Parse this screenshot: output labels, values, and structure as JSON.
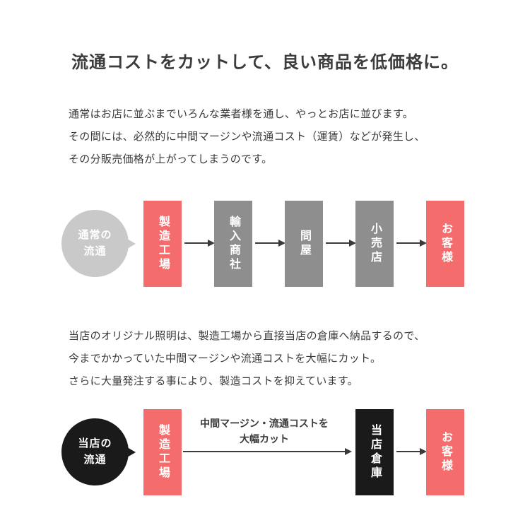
{
  "title": "流通コストをカットして、良い商品を低価格に。",
  "intro": {
    "line1": "通常はお店に並ぶまでいろんな業者様を通し、やっとお店に並びます。",
    "line2": "その間には、必然的に中間マージンや流通コスト（運賃）などが発生し、",
    "line3": "その分販売価格が上がってしまうのです。"
  },
  "normal_flow": {
    "bubble_line1": "通常の",
    "bubble_line2": "流通",
    "steps": [
      {
        "label": "製造工場"
      },
      {
        "label": "輸入商社"
      },
      {
        "label": "問屋"
      },
      {
        "label": "小売店"
      },
      {
        "label": "お客様"
      }
    ]
  },
  "store_text": {
    "line1": "当店のオリジナル照明は、製造工場から直接当店の倉庫へ納品するので、",
    "line2": "今までかかっていた中間マージンや流通コストを大幅にカット。",
    "line3": "さらに大量発注する事により、製造コストを抑えています。"
  },
  "store_flow": {
    "bubble_line1": "当店の",
    "bubble_line2": "流通",
    "steps": [
      {
        "label": "製造工場"
      },
      {
        "label": "当店倉庫"
      },
      {
        "label": "お客様"
      }
    ],
    "note_line1": "中間マージン・流通コストを",
    "note_line2": "大幅カット"
  },
  "colors": {
    "accent": "#f56c6c",
    "box_gray": "#8e8e8e",
    "bubble_gray": "#c9c9c9",
    "black": "#1a1a1a",
    "red_text": "#e8493f"
  }
}
